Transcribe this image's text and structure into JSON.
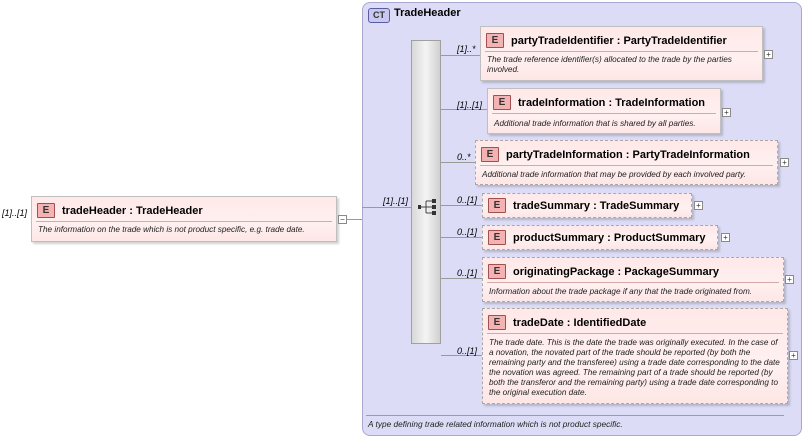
{
  "root": {
    "multiplicity": "[1]..[1]",
    "badge": "E",
    "name": "tradeHeader : TradeHeader",
    "description": "The information on the trade which is not product specific, e.g. trade date.",
    "toggle": "−"
  },
  "complex_type": {
    "badge": "CT",
    "name": "TradeHeader",
    "sequence_multiplicity": "[1]..[1]",
    "footer": "A type defining trade related information which is not product specific."
  },
  "children": [
    {
      "multiplicity": "[1]..*",
      "badge": "E",
      "name": "partyTradeIdentifier : PartyTradeIdentifier",
      "description": "The trade reference identifier(s) allocated to the trade by the parties involved.",
      "expand": "+"
    },
    {
      "multiplicity": "[1]..[1]",
      "badge": "E",
      "name": "tradeInformation : TradeInformation",
      "description": "Additional trade information that is shared by all parties.",
      "expand": "+"
    },
    {
      "multiplicity": "0..*",
      "badge": "E",
      "name": "partyTradeInformation : PartyTradeInformation",
      "description": "Additional trade information that may be provided by each involved party.",
      "expand": "+"
    },
    {
      "multiplicity": "0..[1]",
      "badge": "E",
      "name": "tradeSummary : TradeSummary",
      "description": "",
      "expand": "+"
    },
    {
      "multiplicity": "0..[1]",
      "badge": "E",
      "name": "productSummary : ProductSummary",
      "description": "",
      "expand": "+"
    },
    {
      "multiplicity": "0..[1]",
      "badge": "E",
      "name": "originatingPackage : PackageSummary",
      "description": "Information about the trade package if any that the trade originated from.",
      "expand": "+"
    },
    {
      "multiplicity": "0..[1]",
      "badge": "E",
      "name": "tradeDate : IdentifiedDate",
      "description": "The trade date. This is the date the trade was originally executed. In the case of a novation, the novated part of the trade should be reported (by both the remaining party and the transferee) using a trade date corresponding to the date the novation was agreed. The remaining part of a trade should be reported (by both the transferor and the remaining party) using a trade date corresponding to the original execution date.",
      "expand": "+"
    }
  ]
}
